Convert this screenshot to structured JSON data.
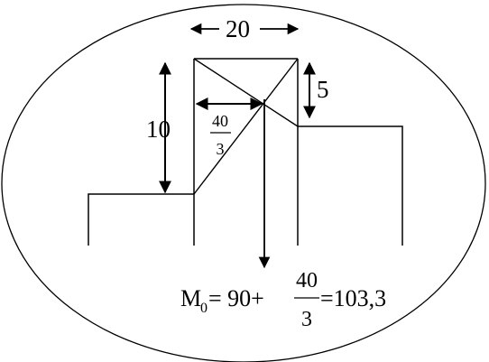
{
  "labels": {
    "top_width": "20",
    "left_height": "10",
    "right_drop": "5",
    "fraction_num": "40",
    "fraction_den": "3"
  },
  "formula": {
    "m_letter": "M",
    "m_subscript": "0",
    "eq_prefix": "= 90+",
    "frac_num": "40",
    "frac_den": "3",
    "eq_result": "=103,3"
  },
  "colors": {
    "stroke": "#000000",
    "background": "#ffffff"
  }
}
